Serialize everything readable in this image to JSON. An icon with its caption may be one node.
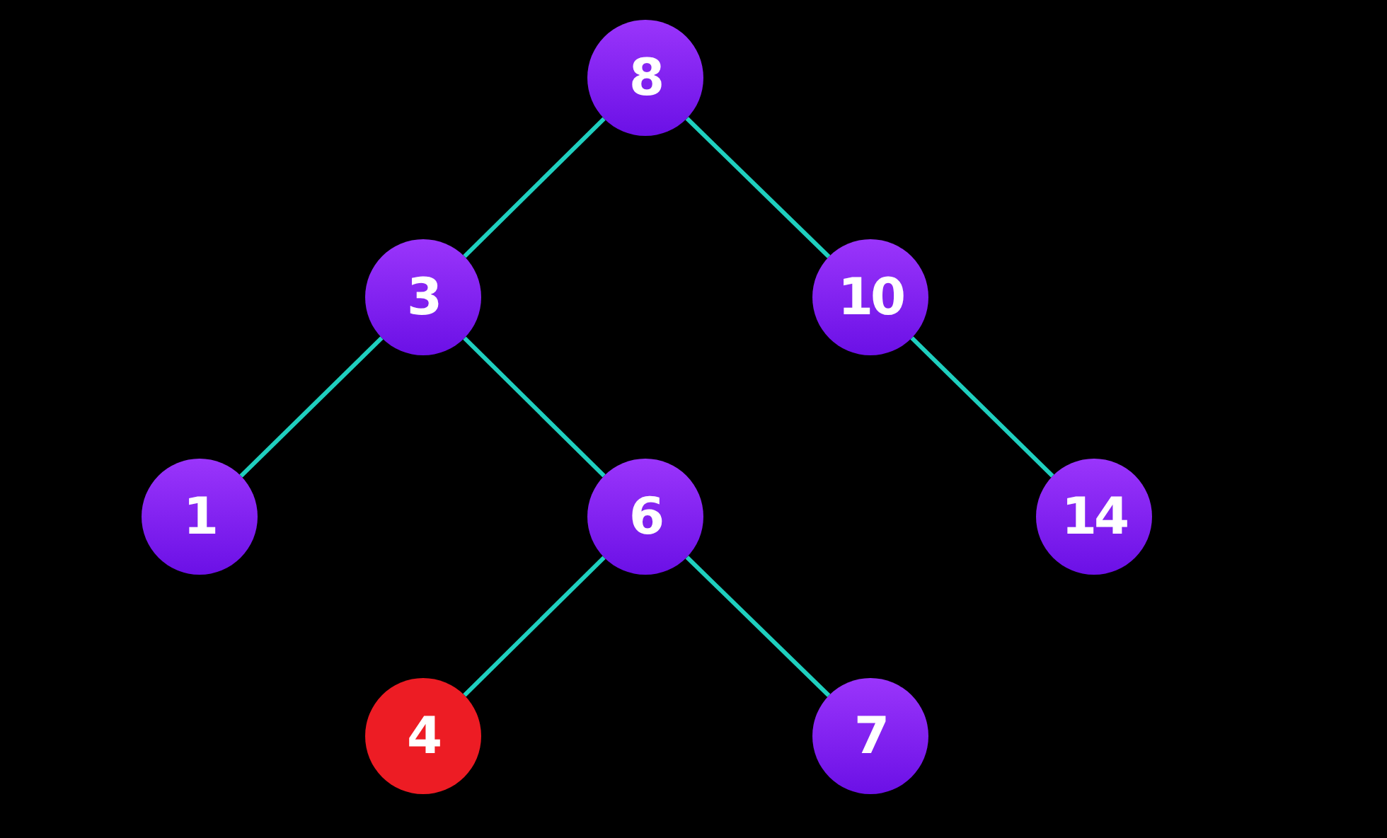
{
  "diagram": {
    "nodes": [
      {
        "text": [
          "8"
        ]
      },
      {
        "text": [
          "3"
        ]
      },
      {
        "text": [
          "10"
        ]
      },
      {
        "text": [
          "1"
        ]
      },
      {
        "text": [
          "6"
        ]
      },
      {
        "text": [
          "14"
        ]
      },
      {
        "text": [
          "4"
        ]
      },
      {
        "text": [
          "7"
        ]
      }
    ],
    "edges": [
      {
        "from": 0,
        "to": 1,
        "arrow": "none"
      },
      {
        "from": 0,
        "to": 2,
        "arrow": "none"
      },
      {
        "from": 1,
        "to": 3,
        "arrow": "none"
      },
      {
        "from": 1,
        "to": 4,
        "arrow": "none"
      },
      {
        "from": 2,
        "to": 5,
        "arrow": "none"
      },
      {
        "from": 4,
        "to": 6,
        "arrow": "none"
      },
      {
        "from": 4,
        "to": 7,
        "arrow": "none"
      }
    ]
  }
}
